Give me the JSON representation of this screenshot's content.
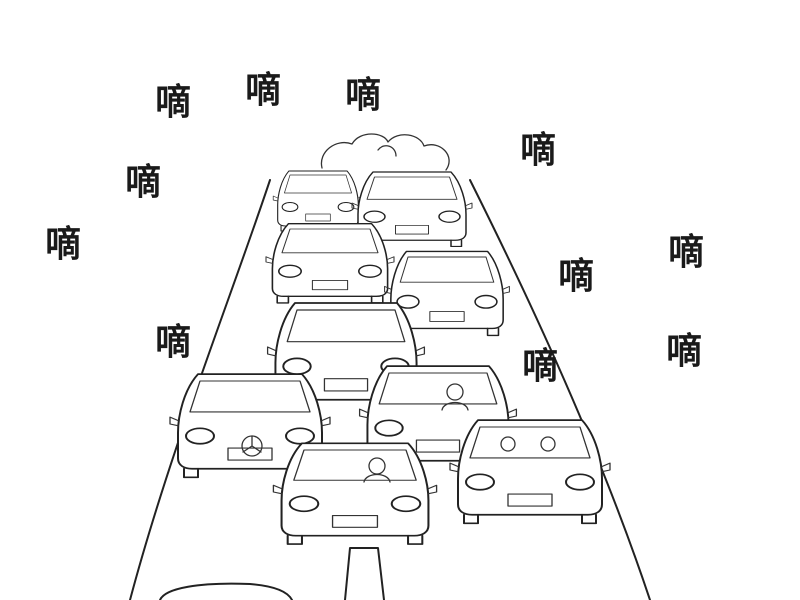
{
  "honks": [
    {
      "id": "honk-1",
      "text": "嘀"
    },
    {
      "id": "honk-2",
      "text": "嘀"
    },
    {
      "id": "honk-3",
      "text": "嘀"
    },
    {
      "id": "honk-4",
      "text": "嘀"
    },
    {
      "id": "honk-5",
      "text": "嘀"
    },
    {
      "id": "honk-6",
      "text": "嘀"
    },
    {
      "id": "honk-7",
      "text": "嘀"
    },
    {
      "id": "honk-8",
      "text": "嘀"
    },
    {
      "id": "honk-9",
      "text": "嘀"
    },
    {
      "id": "honk-10",
      "text": "嘀"
    },
    {
      "id": "honk-11",
      "text": "嘀"
    }
  ],
  "colors": {
    "background": "#ffffff",
    "ink": "#222222"
  }
}
